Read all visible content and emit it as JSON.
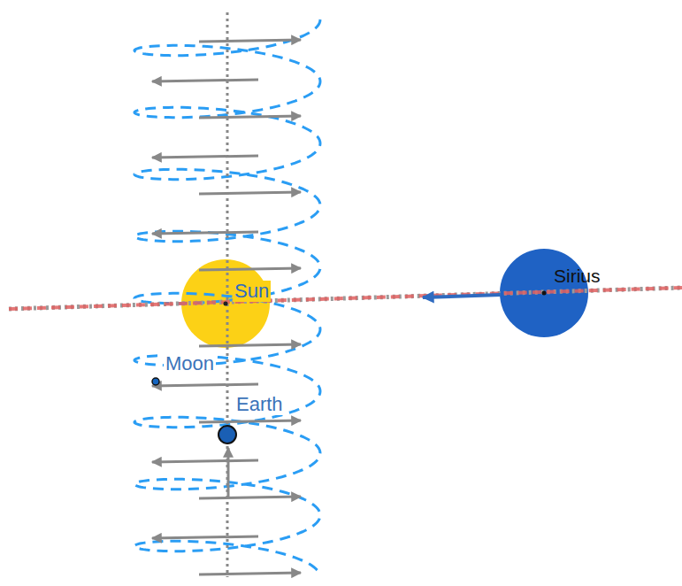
{
  "diagram": {
    "nodes": [
      {
        "text": [
          "Sun"
        ]
      },
      {
        "text": [
          "Sirius"
        ]
      },
      {
        "text": [
          "Moon"
        ]
      },
      {
        "text": [
          "Earth"
        ]
      }
    ]
  }
}
